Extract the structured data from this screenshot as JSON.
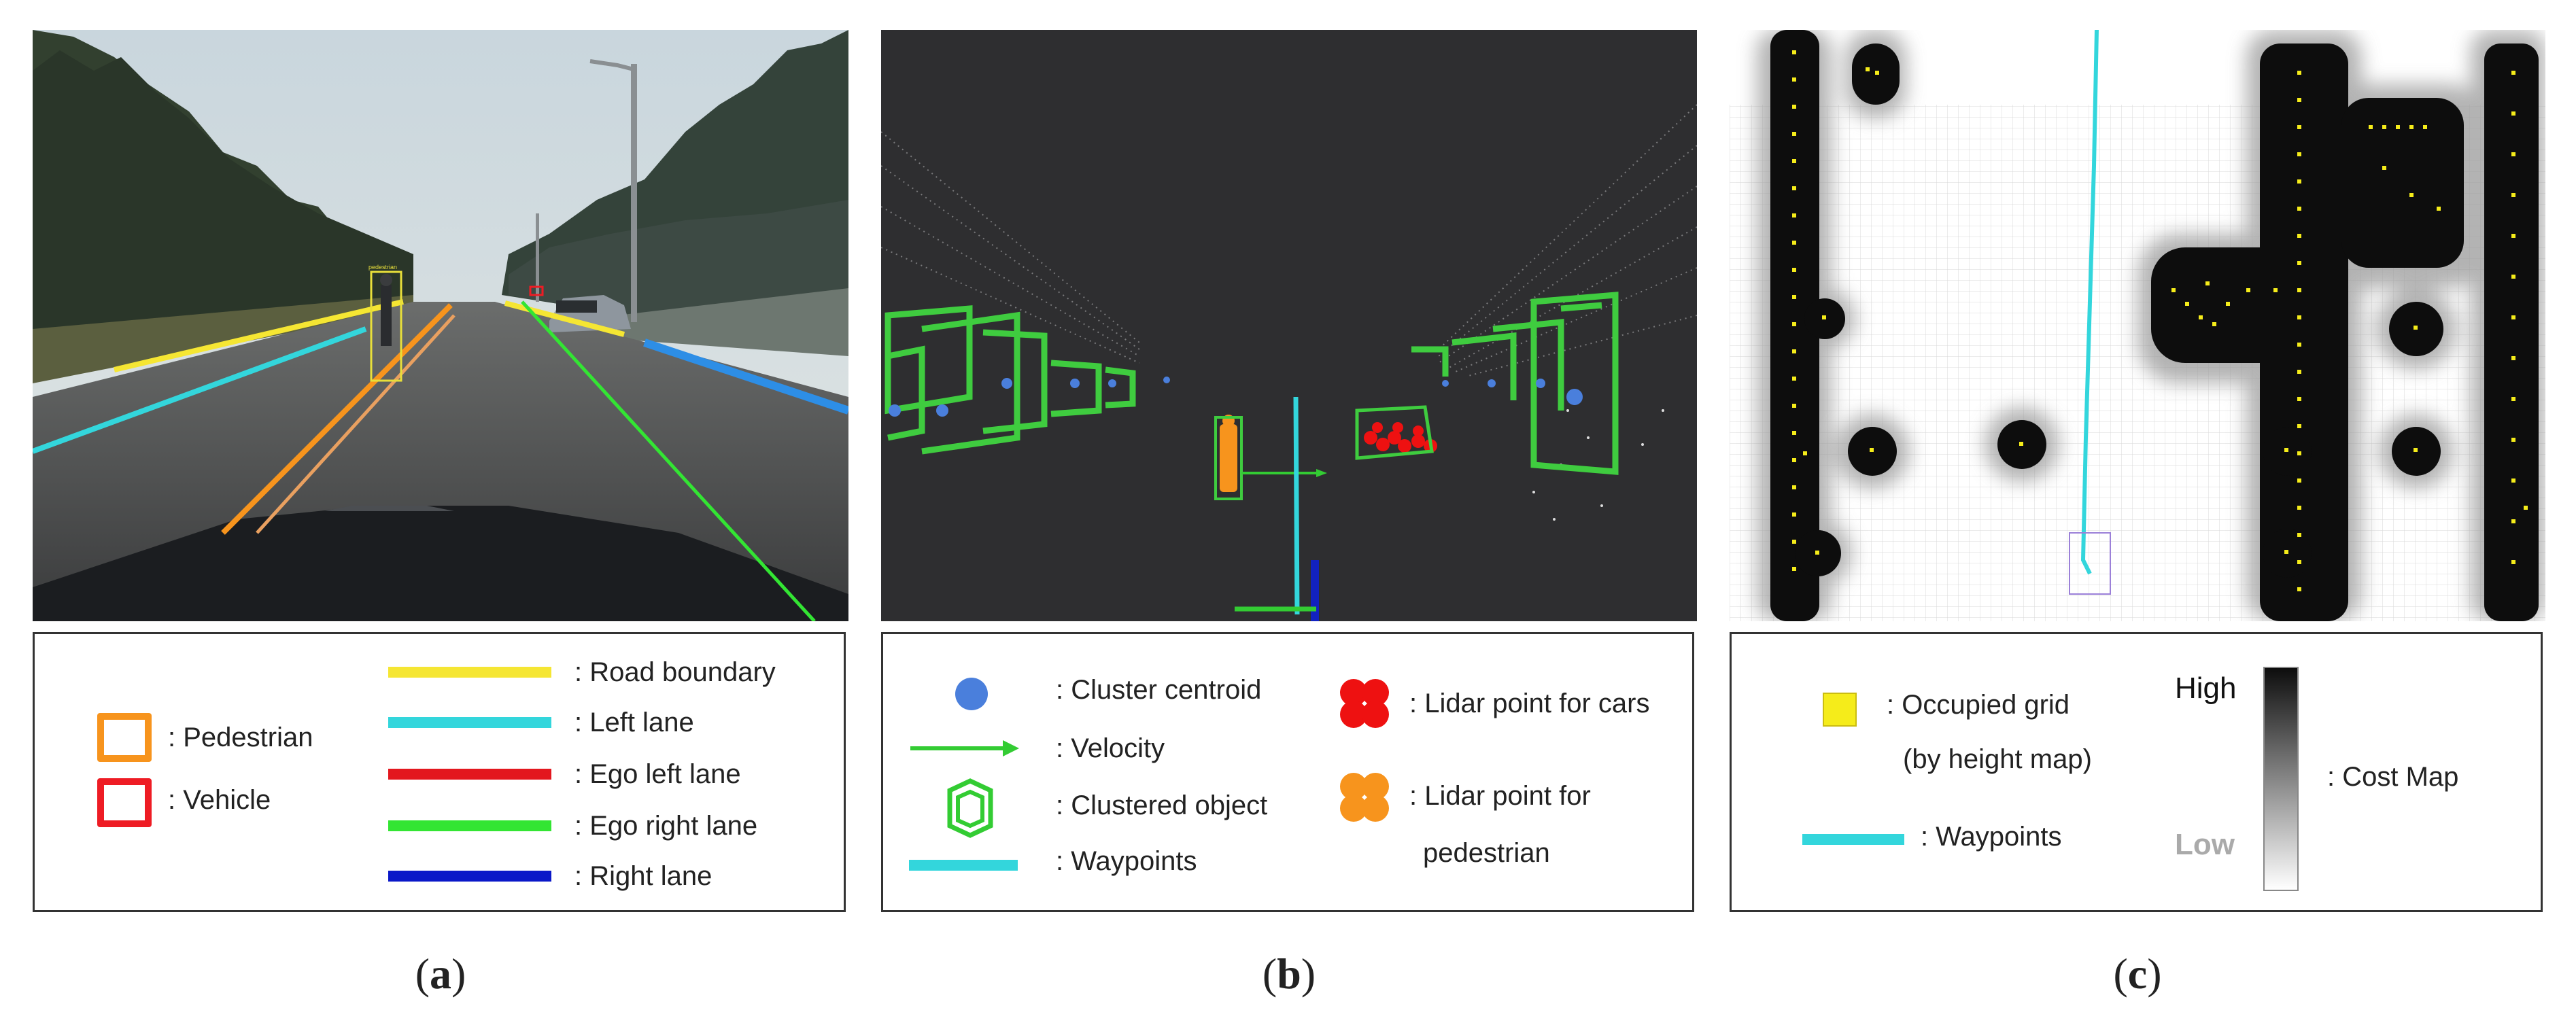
{
  "panels": [
    {
      "id": "a",
      "caption_open": "(",
      "caption_letter": "a",
      "caption_close": ")",
      "sign_text": "pedestrian",
      "legend": {
        "pedestrian": ": Pedestrian",
        "vehicle": ": Vehicle",
        "road_boundary": ": Road boundary",
        "left_lane": ": Left lane",
        "ego_left_lane": ": Ego left lane",
        "ego_right_lane": ": Ego right lane",
        "right_lane": ": Right lane"
      },
      "colors": {
        "pedestrian": "#f7941d",
        "vehicle": "#ee1c24",
        "road_boundary": "#f5e633",
        "left_lane": "#33d6dc",
        "ego_left_lane": "#e3171e",
        "ego_right_lane": "#33e533",
        "right_lane": "#0a18c8"
      }
    },
    {
      "id": "b",
      "caption_open": "(",
      "caption_letter": "b",
      "caption_close": ")",
      "legend": {
        "cluster_centroid": ": Cluster centroid",
        "velocity": ": Velocity",
        "clustered_object": ": Clustered object",
        "waypoints": ": Waypoints",
        "lidar_cars": ": Lidar point for cars",
        "lidar_ped_1": ": Lidar point for",
        "lidar_ped_2": "pedestrian"
      },
      "colors": {
        "centroid": "#4a7fdc",
        "velocity": "#33cc33",
        "cluster": "#3fcc3f",
        "waypoints": "#33d6dc",
        "lidar_cars": "#ee1111",
        "lidar_ped": "#f7941d"
      }
    },
    {
      "id": "c",
      "caption_open": "(",
      "caption_letter": "c",
      "caption_close": ")",
      "legend": {
        "occupied_grid_1": ": Occupied grid",
        "occupied_grid_2": "(by height map)",
        "waypoints": ": Waypoints",
        "high": "High",
        "low": "Low",
        "cost_map": ": Cost Map"
      },
      "colors": {
        "occupied": "#f5ec1a",
        "waypoints": "#33d6dc",
        "high": "#111111",
        "low": "#aaaaaa"
      }
    }
  ]
}
